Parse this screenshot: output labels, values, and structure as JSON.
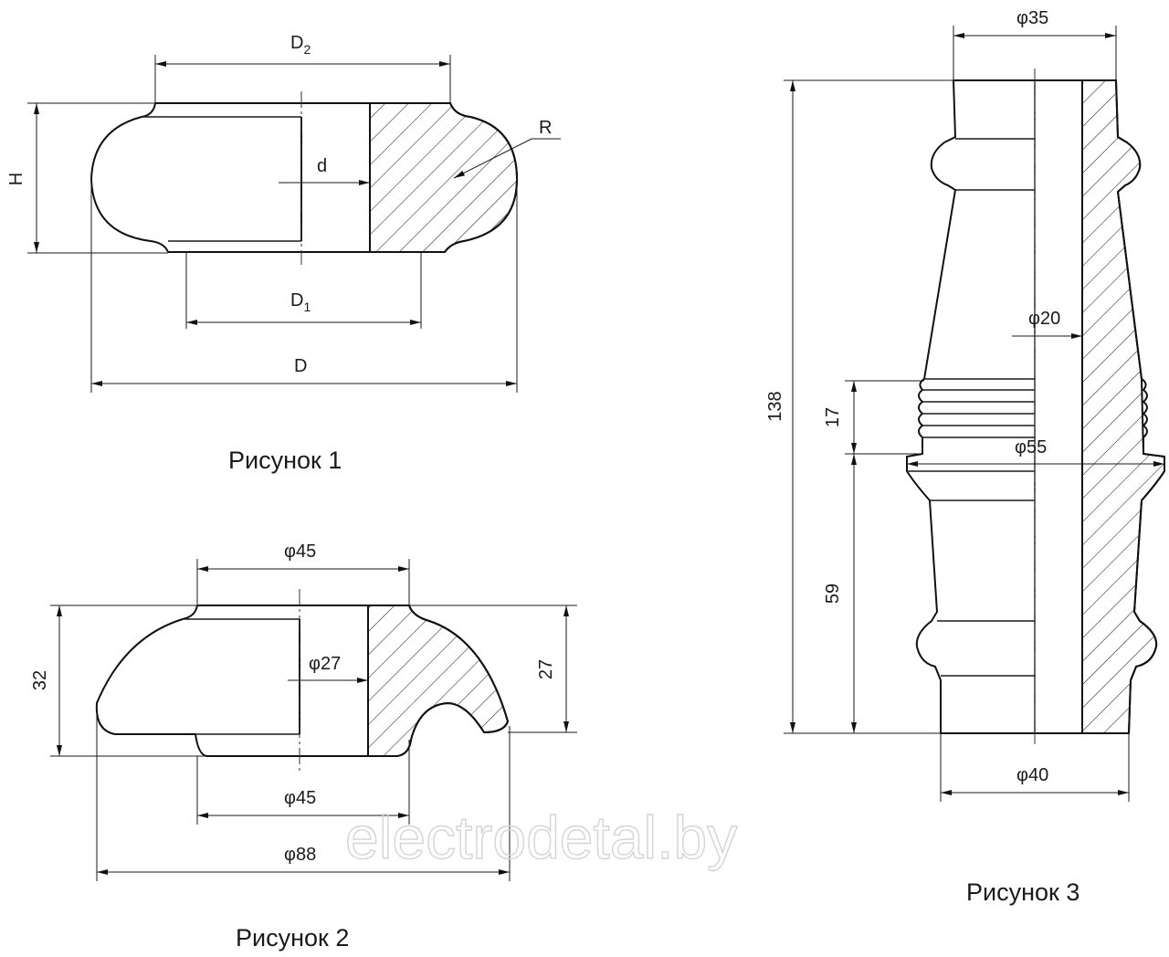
{
  "figure1": {
    "caption": "Рисунок 1",
    "dims": {
      "D2": "D",
      "D2_sub": "2",
      "H": "H",
      "d": "d",
      "R": "R",
      "D1": "D",
      "D1_sub": "1",
      "D": "D"
    }
  },
  "figure2": {
    "caption": "Рисунок 2",
    "dims": {
      "top": "φ45",
      "height_left": "32",
      "inner": "φ27",
      "height_right": "27",
      "bottom": "φ45",
      "outer": "φ88"
    }
  },
  "figure3": {
    "caption": "Рисунок 3",
    "dims": {
      "top": "φ35",
      "total_height": "138",
      "bore": "φ20",
      "thread_len": "17",
      "collar": "φ55",
      "lower_len": "59",
      "bottom": "φ40"
    }
  },
  "watermark": "electrodetal.by"
}
